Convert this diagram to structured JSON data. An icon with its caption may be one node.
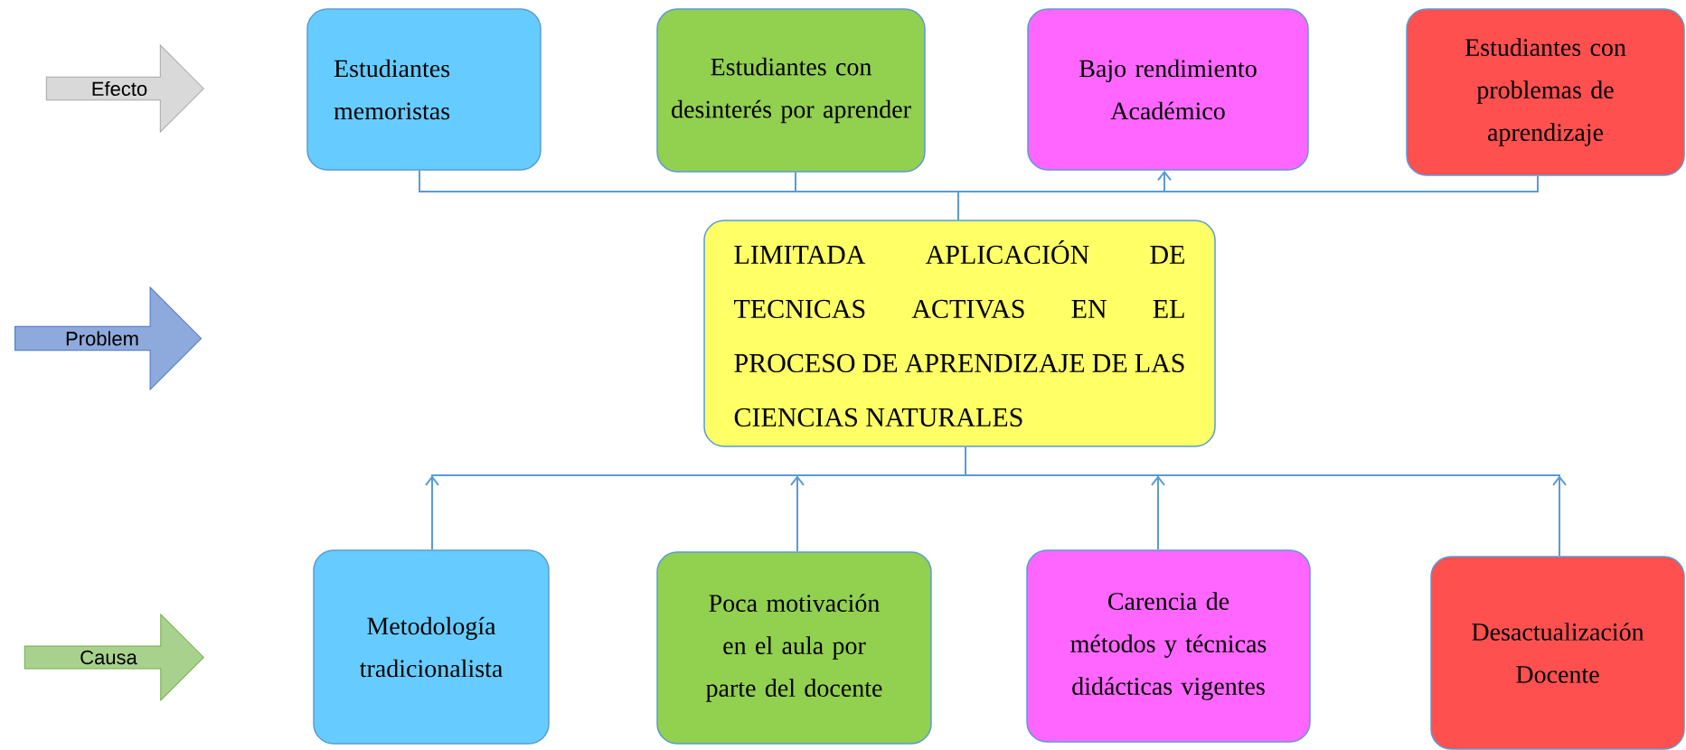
{
  "diagram": {
    "nodes": [
      {
        "text": [
          "Efecto"
        ]
      },
      {
        "text": [
          "Estudiantes memoristas"
        ]
      },
      {
        "text": [
          "Estudiantes con desinterés por aprender"
        ]
      },
      {
        "text": [
          "Bajo rendimiento Académico"
        ]
      },
      {
        "text": [
          "Estudiantes con problemas de aprendizaje"
        ]
      },
      {
        "text": [
          "Problem"
        ]
      },
      {
        "text": [
          "LIMITADA APLICACIÓN DE TECNICAS ACTIVAS EN EL PROCESO DE APRENDIZAJE DE LAS CIENCIAS NATURALES"
        ]
      },
      {
        "text": [
          "Causa"
        ]
      },
      {
        "text": [
          "Metodología tradicionalista"
        ]
      },
      {
        "text": [
          "Poca motivación en el aula por parte del docente"
        ]
      },
      {
        "text": [
          "Carencia de métodos y técnicas didácticas vigentes"
        ]
      },
      {
        "text": [
          "Desactualización Docente"
        ]
      }
    ],
    "edges": [
      {
        "from": 6,
        "to": 1,
        "arrow": "none"
      },
      {
        "from": 6,
        "to": 2,
        "arrow": "none"
      },
      {
        "from": 6,
        "to": 3,
        "arrow": "to"
      },
      {
        "from": 6,
        "to": 4,
        "arrow": "none"
      },
      {
        "from": 8,
        "to": 6,
        "arrow": "to"
      },
      {
        "from": 9,
        "to": 6,
        "arrow": "to"
      },
      {
        "from": 10,
        "to": 6,
        "arrow": "to"
      },
      {
        "from": 11,
        "to": 6,
        "arrow": "to"
      }
    ]
  }
}
